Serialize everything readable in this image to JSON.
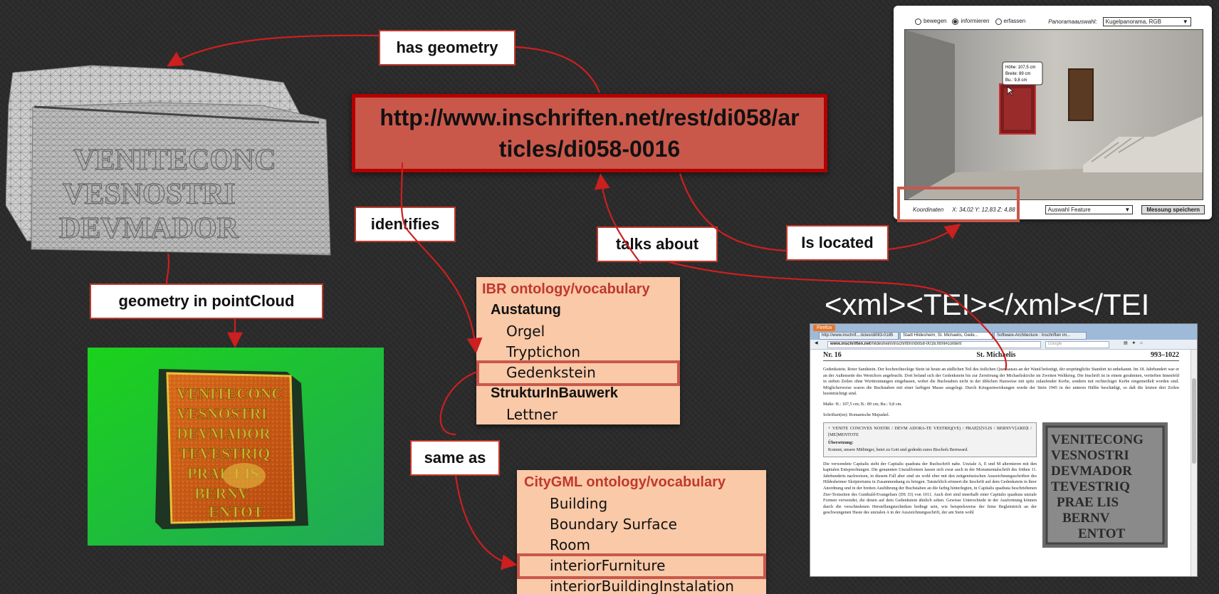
{
  "url": "http://www.inschriften.net/rest/di058/articles/di058-0016",
  "url_lines": [
    "http://www.inschriften.net/rest/di058/ar",
    "ticles/di058-0016"
  ],
  "relations": {
    "has_geometry": "has geometry",
    "identifies": "identifies",
    "talks_about": "talks about",
    "is_located": "Is located",
    "geometry_in_pointcloud": "geometry in pointCloud",
    "same_as": "same as"
  },
  "ibr": {
    "title": "IBR ontology/vocabulary",
    "items": [
      {
        "label": "Austatung",
        "group": true
      },
      {
        "label": "Orgel",
        "group": false
      },
      {
        "label": "Tryptichon",
        "group": false
      },
      {
        "label": "Gedenkstein",
        "group": false,
        "highlighted": true
      },
      {
        "label": "StrukturInBauwerk",
        "group": true
      },
      {
        "label": "Lettner",
        "group": false
      }
    ]
  },
  "citygml": {
    "title": "CityGML ontology/vocabulary",
    "items": [
      {
        "label": "Building"
      },
      {
        "label": "Boundary Surface"
      },
      {
        "label": "Room"
      },
      {
        "label": "interiorFurniture",
        "highlighted": true
      },
      {
        "label": "interiorBuildingInstalation"
      }
    ]
  },
  "xml_title": "<xml><TEI></xml></TEI",
  "inscription_lines": [
    "VENITECONG",
    "VESNOSTRI",
    "DEVMADOR",
    "TEVESTRIQ",
    "PRAE LIS",
    "BERNV",
    "ENTOT"
  ],
  "panorama": {
    "modes": [
      "bewegen",
      "informieren",
      "erfassen"
    ],
    "selected_mode": "informieren",
    "selection_label": "Panoramaauswahl:",
    "selection_value": "Kugelpanorama, RGB",
    "tooltip": [
      "Höhe: 107,5 cm",
      "Breite: 89 cm",
      "Bu.: 9,8 cm"
    ],
    "coords_label": "Koordinaten",
    "coords_value": "X: 34,02 Y: 12,83 Z: 4,88",
    "feature_select": "Auswahl Feature",
    "save_button": "Messung speichern"
  },
  "browser": {
    "app_button": "Firefox",
    "tabs": [
      "http://www.inschrif....ticles/di083-0185",
      "Stadt Hildesheim, St. Michaelis, Gede...",
      "Software-Architecture : Inschriften im..."
    ],
    "address_domain": "www.inschriften.net",
    "address_path": "/hildesheim/inschrift/nr/di058-0016.html#content",
    "search_placeholder": "Google",
    "nr": "Nr. 16",
    "place": "St. Michaelis",
    "date": "993–1022",
    "para1": "Gedenkstein. Roter Sandstein. Der hochrechteckige Stein ist heute an südlichen Teil des östlichen Querhauses an der Wand befestigt, der ursprüngliche Standort ist unbekannt. Im 18. Jahrhundert war er an der Außenseite des Westchors angebracht. Dort befand sich der Gedenkstein bis zur Zerstörung der Michaeliskirche im Zweiten Weltkrieg. Die Inschrift ist in einem gerahmten, vertieften Innenfeld in sieben Zeilen ohne Worttrennungen eingehauen, wobei die Buchstaben nicht in der üblichen Hauweise mit spitz zulaufender Kerbe, sondern mit rechteckiger Kerbe eingemeißelt worden sind. Möglicherweise waren die Buchstaben mit einer farbigen Masse ausgelegt. Durch Kriegseinwirkungen wurde der Stein 1945 in der unteren Hälfte beschädigt, so daß die letzten drei Zeilen beeinträchtigt sind.",
    "masse": "Maße: H.: 107,5 cm; B.: 89 cm; Bu.: 9,8 cm.",
    "schriftart": "Schriftart(en): Romanische Majuskel.",
    "transcription": "+ VENITE CONCIVES NOSTRI / DEVM ADORA-TE VESTRIQ(VE) / PRAE[S]VLIS / BERNVV[ARD]I / [ME]MENTOTE",
    "uebersetzung_label": "Übersetzung:",
    "uebersetzung": "Kommt, unsere Mitbürger, betet zu Gott und gedenkt eures Bischofs Bernward.",
    "para2": "Die verwendete Capitalis steht der Capitalis quadrata der Buchschrift nahe. Unziale A, E und M alternieren mit den kapitalen Entsprechungen. Die genannten Unzialformen lassen sich zwar auch in der Monumentalschrift des frühen 11. Jahrhunderts nachweisen, in diesem Fall aber sind sie wohl eher mit den zeitgenössischen Auszeichnungsschriften des Hildesheimer Skriptoriums in Zusammenhang zu bringen. Tatsächlich erinnert die Inschrift auf dem Gedenkstein in ihrer Anordnung und in der breiten Ausführung der Buchstaben an die farbig hinterlegten, in Capitalis quadrata beschriebenen Zier-Textseiten des Guntbald-Evangeliars (DS 33) von 1011. Auch dort sind innerhalb einer Capitalis quadrata unziale Formen verwendet, die denen auf dem Gedenkstein ähnlich sehen. Gewisse Unterschiede in der Ausformung können durch die verschiedenen Herstellungstechniken bedingt sein, wie beispielsweise der feine Begleitstrich an der geschwungenen Haste des unzialen A in der Auszeichnungsschrift, der am Stein wohl"
  },
  "colors": {
    "background": "#2b2b2b",
    "accent_red": "#c0392b",
    "url_box_fill": "#c9584b",
    "vocab_fill": "#f9c9a8",
    "arrow": "#cc1f1f"
  }
}
